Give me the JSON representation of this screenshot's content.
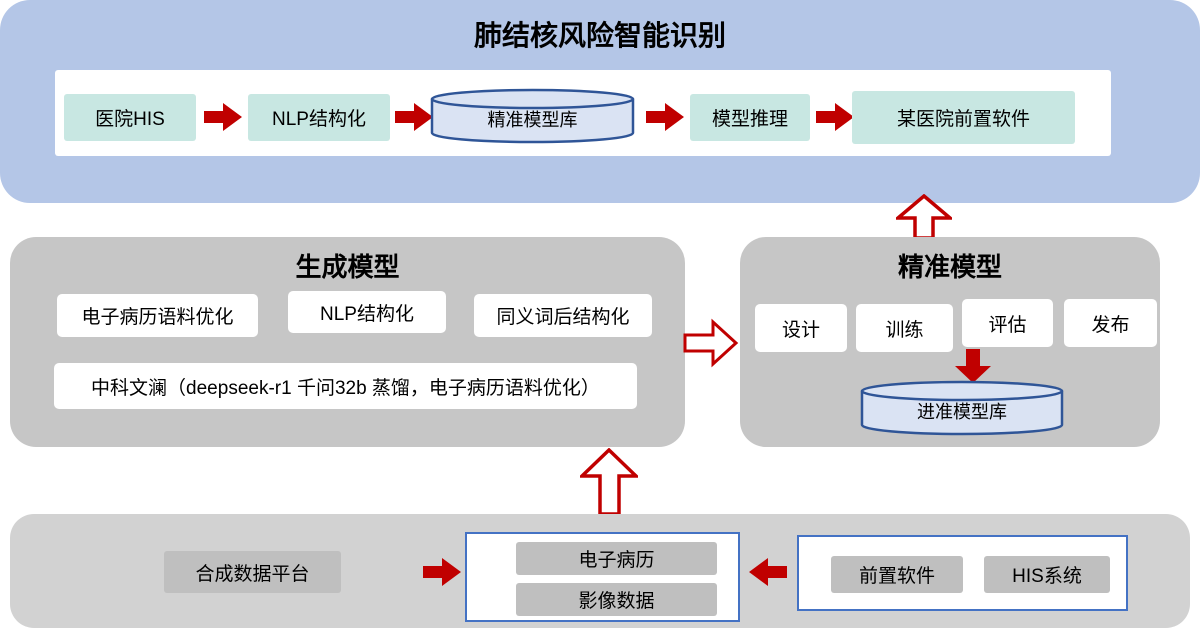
{
  "colors": {
    "top_section_bg": "#b4c6e7",
    "teal_node_bg": "#c8e7e2",
    "cylinder_fill": "#dae3f3",
    "cylinder_border": "#2f5597",
    "gray_section_bg": "#c6c6c6",
    "bottom_section_bg": "#d2d2d2",
    "gray_node_bg": "#bfbfbf",
    "arrow_red": "#c00000",
    "blue_border": "#4472c4"
  },
  "top_section": {
    "title": "肺结核风险智能识别",
    "nodes": {
      "hospital_his": "医院HIS",
      "nlp_structuring": "NLP结构化",
      "precise_model_db": "精准模型库",
      "model_inference": "模型推理",
      "hospital_front_software": "某医院前置软件"
    }
  },
  "generation_section": {
    "title": "生成模型",
    "items": {
      "emr_corpus_optimization": "电子病历语料优化",
      "nlp_structuring": "NLP结构化",
      "synonym_post_structuring": "同义词后结构化",
      "zhongke_wenlan": "中科文澜（deepseek-r1 千问32b 蒸馏，电子病历语料优化）"
    }
  },
  "precise_section": {
    "title": "精准模型",
    "steps": [
      "设计",
      "训练",
      "评估",
      "发布"
    ],
    "model_db": "进准模型库"
  },
  "bottom_section": {
    "synthetic_data_platform": "合成数据平台",
    "emr": "电子病历",
    "imaging_data": "影像数据",
    "front_software": "前置软件",
    "his_system": "HIS系统"
  }
}
